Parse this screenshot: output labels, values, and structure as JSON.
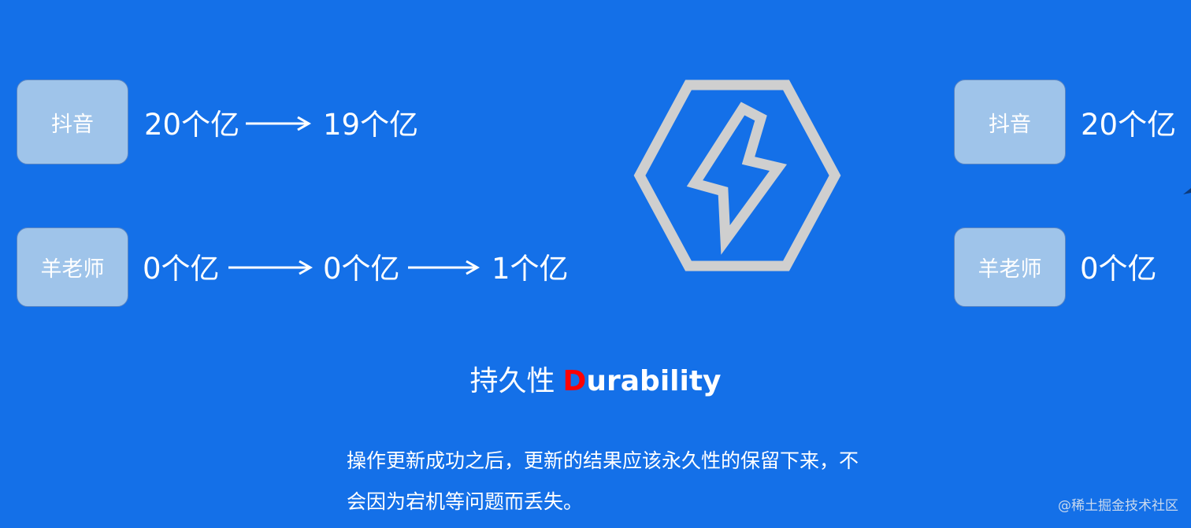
{
  "colors": {
    "background": "#1470e8",
    "account_box": "#9fc4ea",
    "hexagon": "#cfcfcf",
    "highlight_letter": "#ff0000",
    "text": "#ffffff"
  },
  "before": {
    "douyin": {
      "label": "抖音",
      "balances": [
        "20个亿",
        "19个亿"
      ]
    },
    "teacher": {
      "label": "羊老师",
      "balances": [
        "0个亿",
        "0个亿",
        "1个亿"
      ]
    }
  },
  "center_icon": "lightning-hexagon-icon",
  "after": {
    "douyin": {
      "label": "抖音",
      "balance": "20个亿"
    },
    "teacher": {
      "label": "羊老师",
      "balance": "0个亿"
    }
  },
  "title": {
    "chinese": "持久性",
    "first_letter": "D",
    "rest": "urability"
  },
  "description": {
    "line1": "操作更新成功之后，更新的结果应该永久性的保留下来，不",
    "line2": "会因为宕机等问题而丢失。"
  },
  "watermark": "@稀土掘金技术社区"
}
